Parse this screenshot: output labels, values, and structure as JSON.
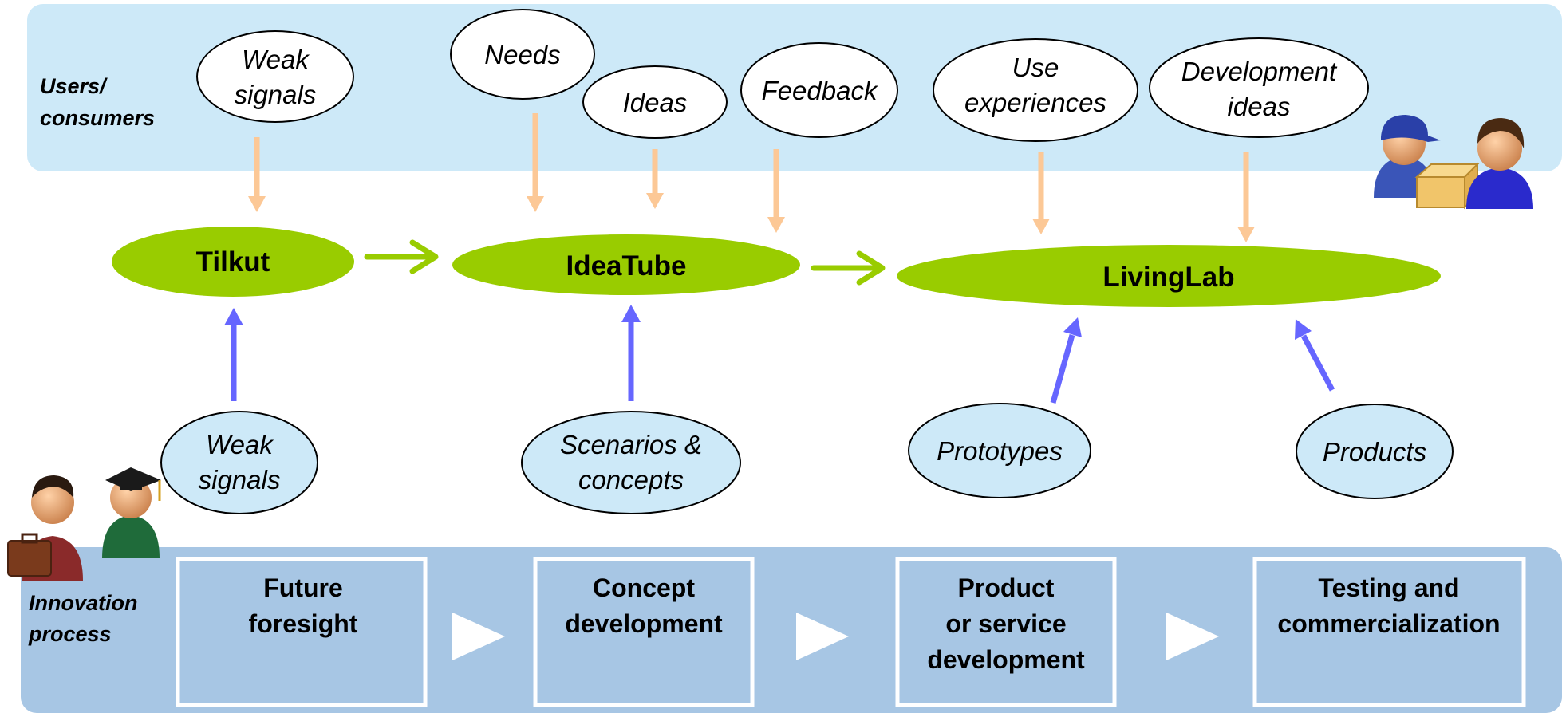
{
  "users_band": {
    "label_line1": "Users/",
    "label_line2": "consumers",
    "color": "#cde9f8"
  },
  "innovation_band": {
    "label_line1": "Innovation",
    "label_line2": "process",
    "color": "#a7c6e4"
  },
  "user_inputs": [
    {
      "line1": "Weak",
      "line2": "signals"
    },
    {
      "line1": "Needs"
    },
    {
      "line1": "Ideas"
    },
    {
      "line1": "Feedback"
    },
    {
      "line1": "Use",
      "line2": "experiences"
    },
    {
      "line1": "Development",
      "line2": "ideas"
    }
  ],
  "tools": [
    {
      "name": "Tilkut"
    },
    {
      "name": "IdeaTube"
    },
    {
      "name": "LivingLab"
    }
  ],
  "process_inputs": [
    {
      "line1": "Weak",
      "line2": "signals"
    },
    {
      "line1": "Scenarios &",
      "line2": "concepts"
    },
    {
      "line1": "Prototypes"
    },
    {
      "line1": "Products"
    }
  ],
  "stages": [
    {
      "line1": "Future",
      "line2": "foresight"
    },
    {
      "line1": "Concept",
      "line2": "development"
    },
    {
      "line1": "Product",
      "line2": "or service",
      "line3": "development"
    },
    {
      "line1": "Testing and",
      "line2": "commercialization"
    }
  ],
  "colors": {
    "tool_fill": "#99cc00",
    "user_arrow": "#fcc896",
    "process_arrow": "#6666ff",
    "flow_arrow": "#99cc00",
    "bubble_fill": "#cde9f8",
    "stage_fill": "#a7c6e4",
    "stage_border": "#ffffff"
  },
  "icons": [
    "users-consumers-icon",
    "innovators-icon"
  ]
}
